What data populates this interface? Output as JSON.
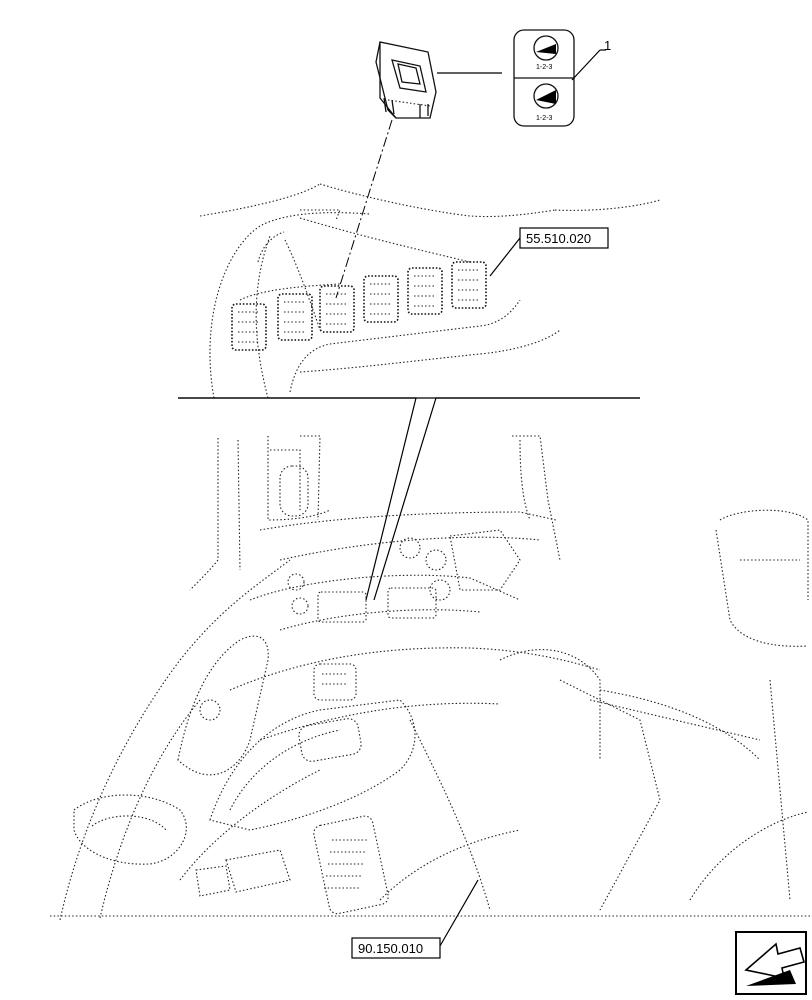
{
  "callouts": {
    "item_1": "1",
    "ref_top": "55.510.020",
    "ref_bottom": "90.150.010"
  },
  "switch_positions": {
    "upper_scale": "1-2-3",
    "lower_scale": "1-2-3"
  },
  "icons": {
    "nav": "previous-page-arrow-icon"
  }
}
